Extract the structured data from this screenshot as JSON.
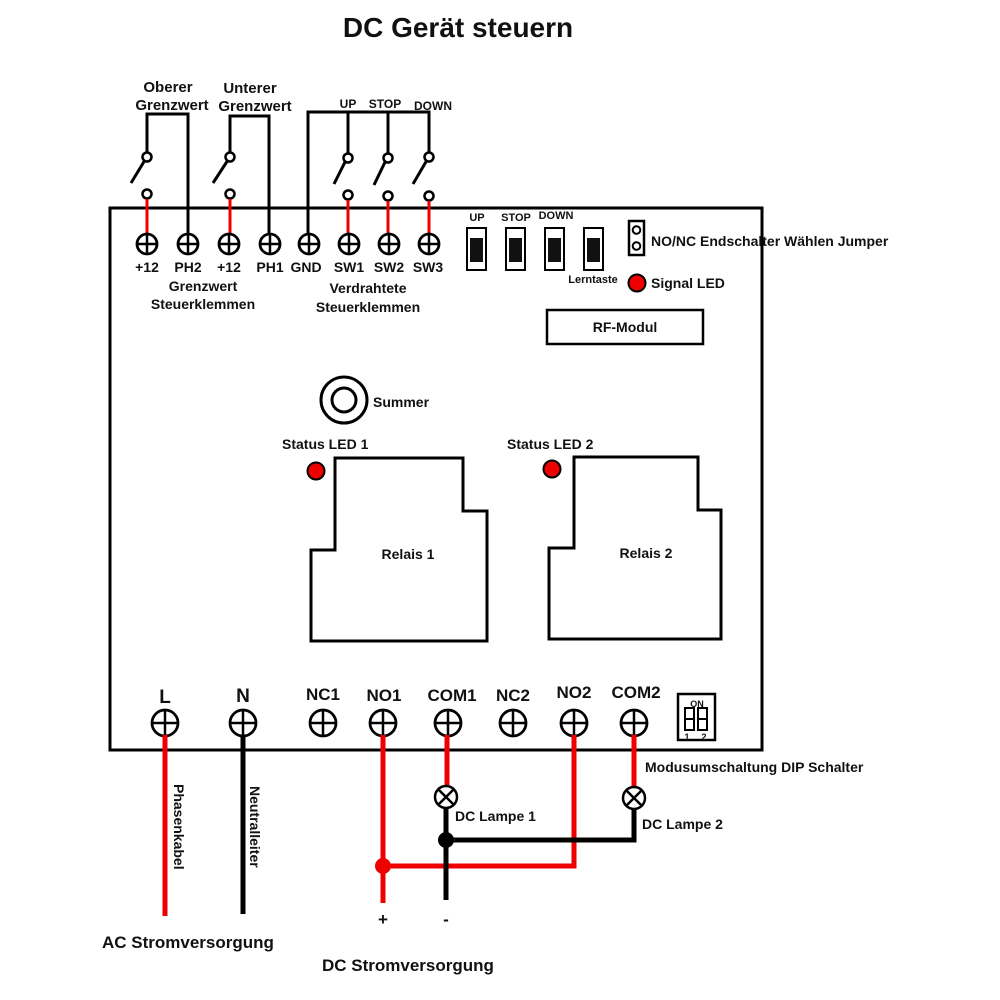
{
  "title": "DC Gerät steuern",
  "colors": {
    "live_wire": "#ee0000",
    "neutral_wire": "#000000",
    "led": "#ee0000",
    "background": "#ffffff"
  },
  "external_switches": {
    "upper_limit_label_line1": "Oberer",
    "upper_limit_label_line2": "Grenzwert",
    "lower_limit_label_line1": "Unterer",
    "lower_limit_label_line2": "Grenzwert",
    "wired_buttons": [
      "UP",
      "STOP",
      "DOWN"
    ]
  },
  "top_terminals": {
    "labels": [
      "+12",
      "PH2",
      "+12",
      "PH1",
      "GND",
      "SW1",
      "SW2",
      "SW3"
    ],
    "group1_line1": "Grenzwert",
    "group1_line2": "Steuerklemmen",
    "group2_line1": "Verdrahtete",
    "group2_line2": "Steuerklemmen"
  },
  "onboard_buttons": {
    "labels": [
      "UP",
      "STOP",
      "DOWN"
    ],
    "learn_button": "Lerntaste"
  },
  "jumper_label": "NO/NC Endschalter Wählen Jumper",
  "signal_led_label": "Signal LED",
  "rf_module_label": "RF-Modul",
  "buzzer_label": "Summer",
  "relays": [
    {
      "status_led": "Status LED 1",
      "name": "Relais 1"
    },
    {
      "status_led": "Status LED 2",
      "name": "Relais 2"
    }
  ],
  "bottom_terminals": {
    "labels": [
      "L",
      "N",
      "NC1",
      "NO1",
      "COM1",
      "NC2",
      "NO2",
      "COM2"
    ]
  },
  "dip_switch": {
    "on_label": "ON",
    "pos1": "1",
    "pos2": "2",
    "label": "Modusumschaltung DIP Schalter"
  },
  "wires": {
    "phase_label": "Phasenkabel",
    "neutral_label": "Neutralleiter",
    "ac_supply": "AC Stromversorgung",
    "dc_supply": "DC Stromversorgung",
    "plus": "+",
    "minus": "-"
  },
  "lamps": [
    "DC Lampe 1",
    "DC Lampe 2"
  ]
}
